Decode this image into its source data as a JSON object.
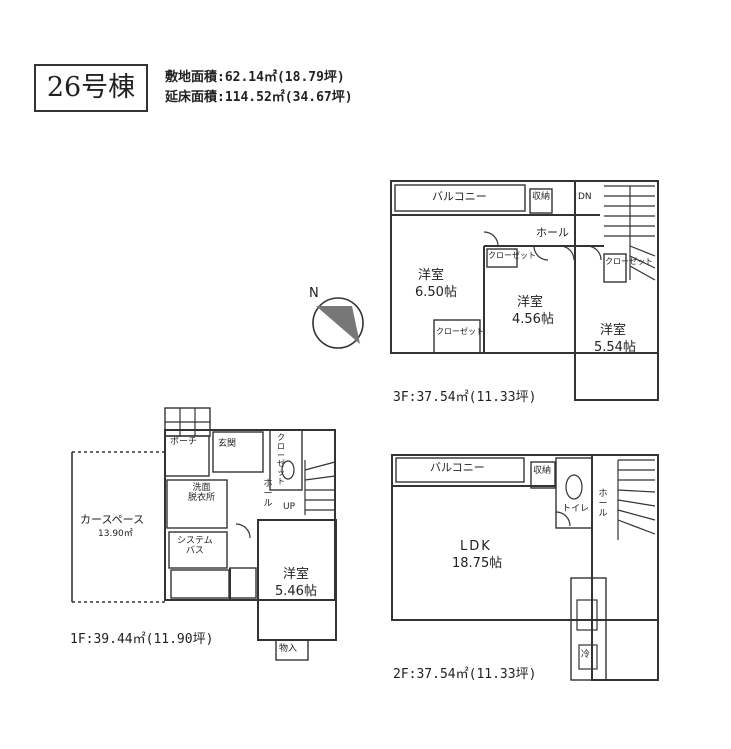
{
  "header": {
    "building": "26号棟",
    "site_area": "敷地面積:62.14㎡(18.79坪)",
    "floor_area": "延床面積:114.52㎡(34.67坪)"
  },
  "compass": {
    "north_label": "N"
  },
  "floor1": {
    "area_label": "1F:39.44㎡(11.90坪)",
    "rooms": {
      "car_space": "カースペース",
      "car_space_area": "13.90㎡",
      "porch": "ポーチ",
      "entrance": "玄関",
      "washroom": "洗面\n脱衣所",
      "bath": "システム\nバス",
      "hall": "ホール",
      "closet": "クローゼット",
      "western": "洋室",
      "western_size": "5.46帖",
      "storage": "物入",
      "up_mark": "UP"
    }
  },
  "floor2": {
    "area_label": "2F:37.54㎡(11.33坪)",
    "rooms": {
      "balcony": "バルコニー",
      "ldk": "LDK",
      "ldk_size": "18.75帖",
      "storage": "収納",
      "wc": "トイレ",
      "hall": "ホール",
      "refrigerator": "冷"
    }
  },
  "floor3": {
    "area_label": "3F:37.54㎡(11.33坪)",
    "rooms": {
      "balcony": "バルコニー",
      "storage": "収納",
      "hall": "ホール",
      "dn": "DN",
      "closet1": "クローゼット",
      "closet2": "クローゼット",
      "closet3": "クローゼット",
      "western_a": "洋室",
      "western_a_size": "6.50帖",
      "western_b": "洋室",
      "western_b_size": "4.56帖",
      "western_c": "洋室",
      "western_c_size": "5.54帖"
    }
  }
}
